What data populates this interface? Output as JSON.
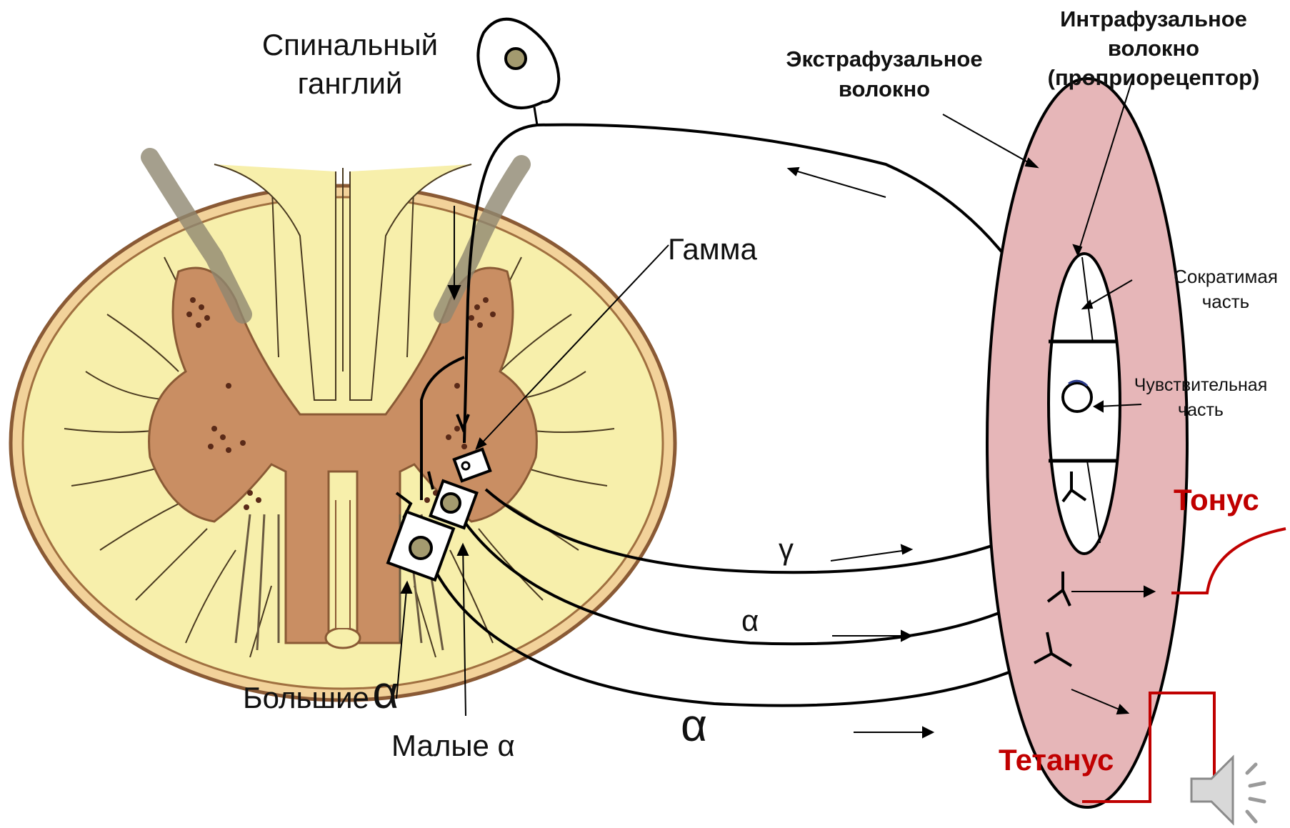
{
  "labels": {
    "spinal_ganglion": "Спинальный\nганглий",
    "extrafusal_fiber": "Экстрафузальное\nволокно",
    "intrafusal_fiber": "Интрафузальное\nволокно\n(проприорецептор)",
    "gamma": "Гамма",
    "contractile_part": "Сократимая\nчасть",
    "sensory_part": "Чувствительная\nчасть",
    "gamma_fiber": "γ",
    "alpha_fiber_small": "α",
    "alpha_fiber_large": "α",
    "large_alpha": "Большие",
    "large_alpha_symbol": "α",
    "small_alpha": "Малые α",
    "tonus": "Тонус",
    "tetanus": "Тетанус"
  },
  "colors": {
    "cord_fill": "#f7efab",
    "grey_matter": "#c98e63",
    "cord_outline": "#8a5a35",
    "muscle_fill": "#e6b6b8",
    "line": "#000000",
    "accent_red": "#c00000"
  },
  "icons": {
    "speaker": "speaker-icon"
  }
}
